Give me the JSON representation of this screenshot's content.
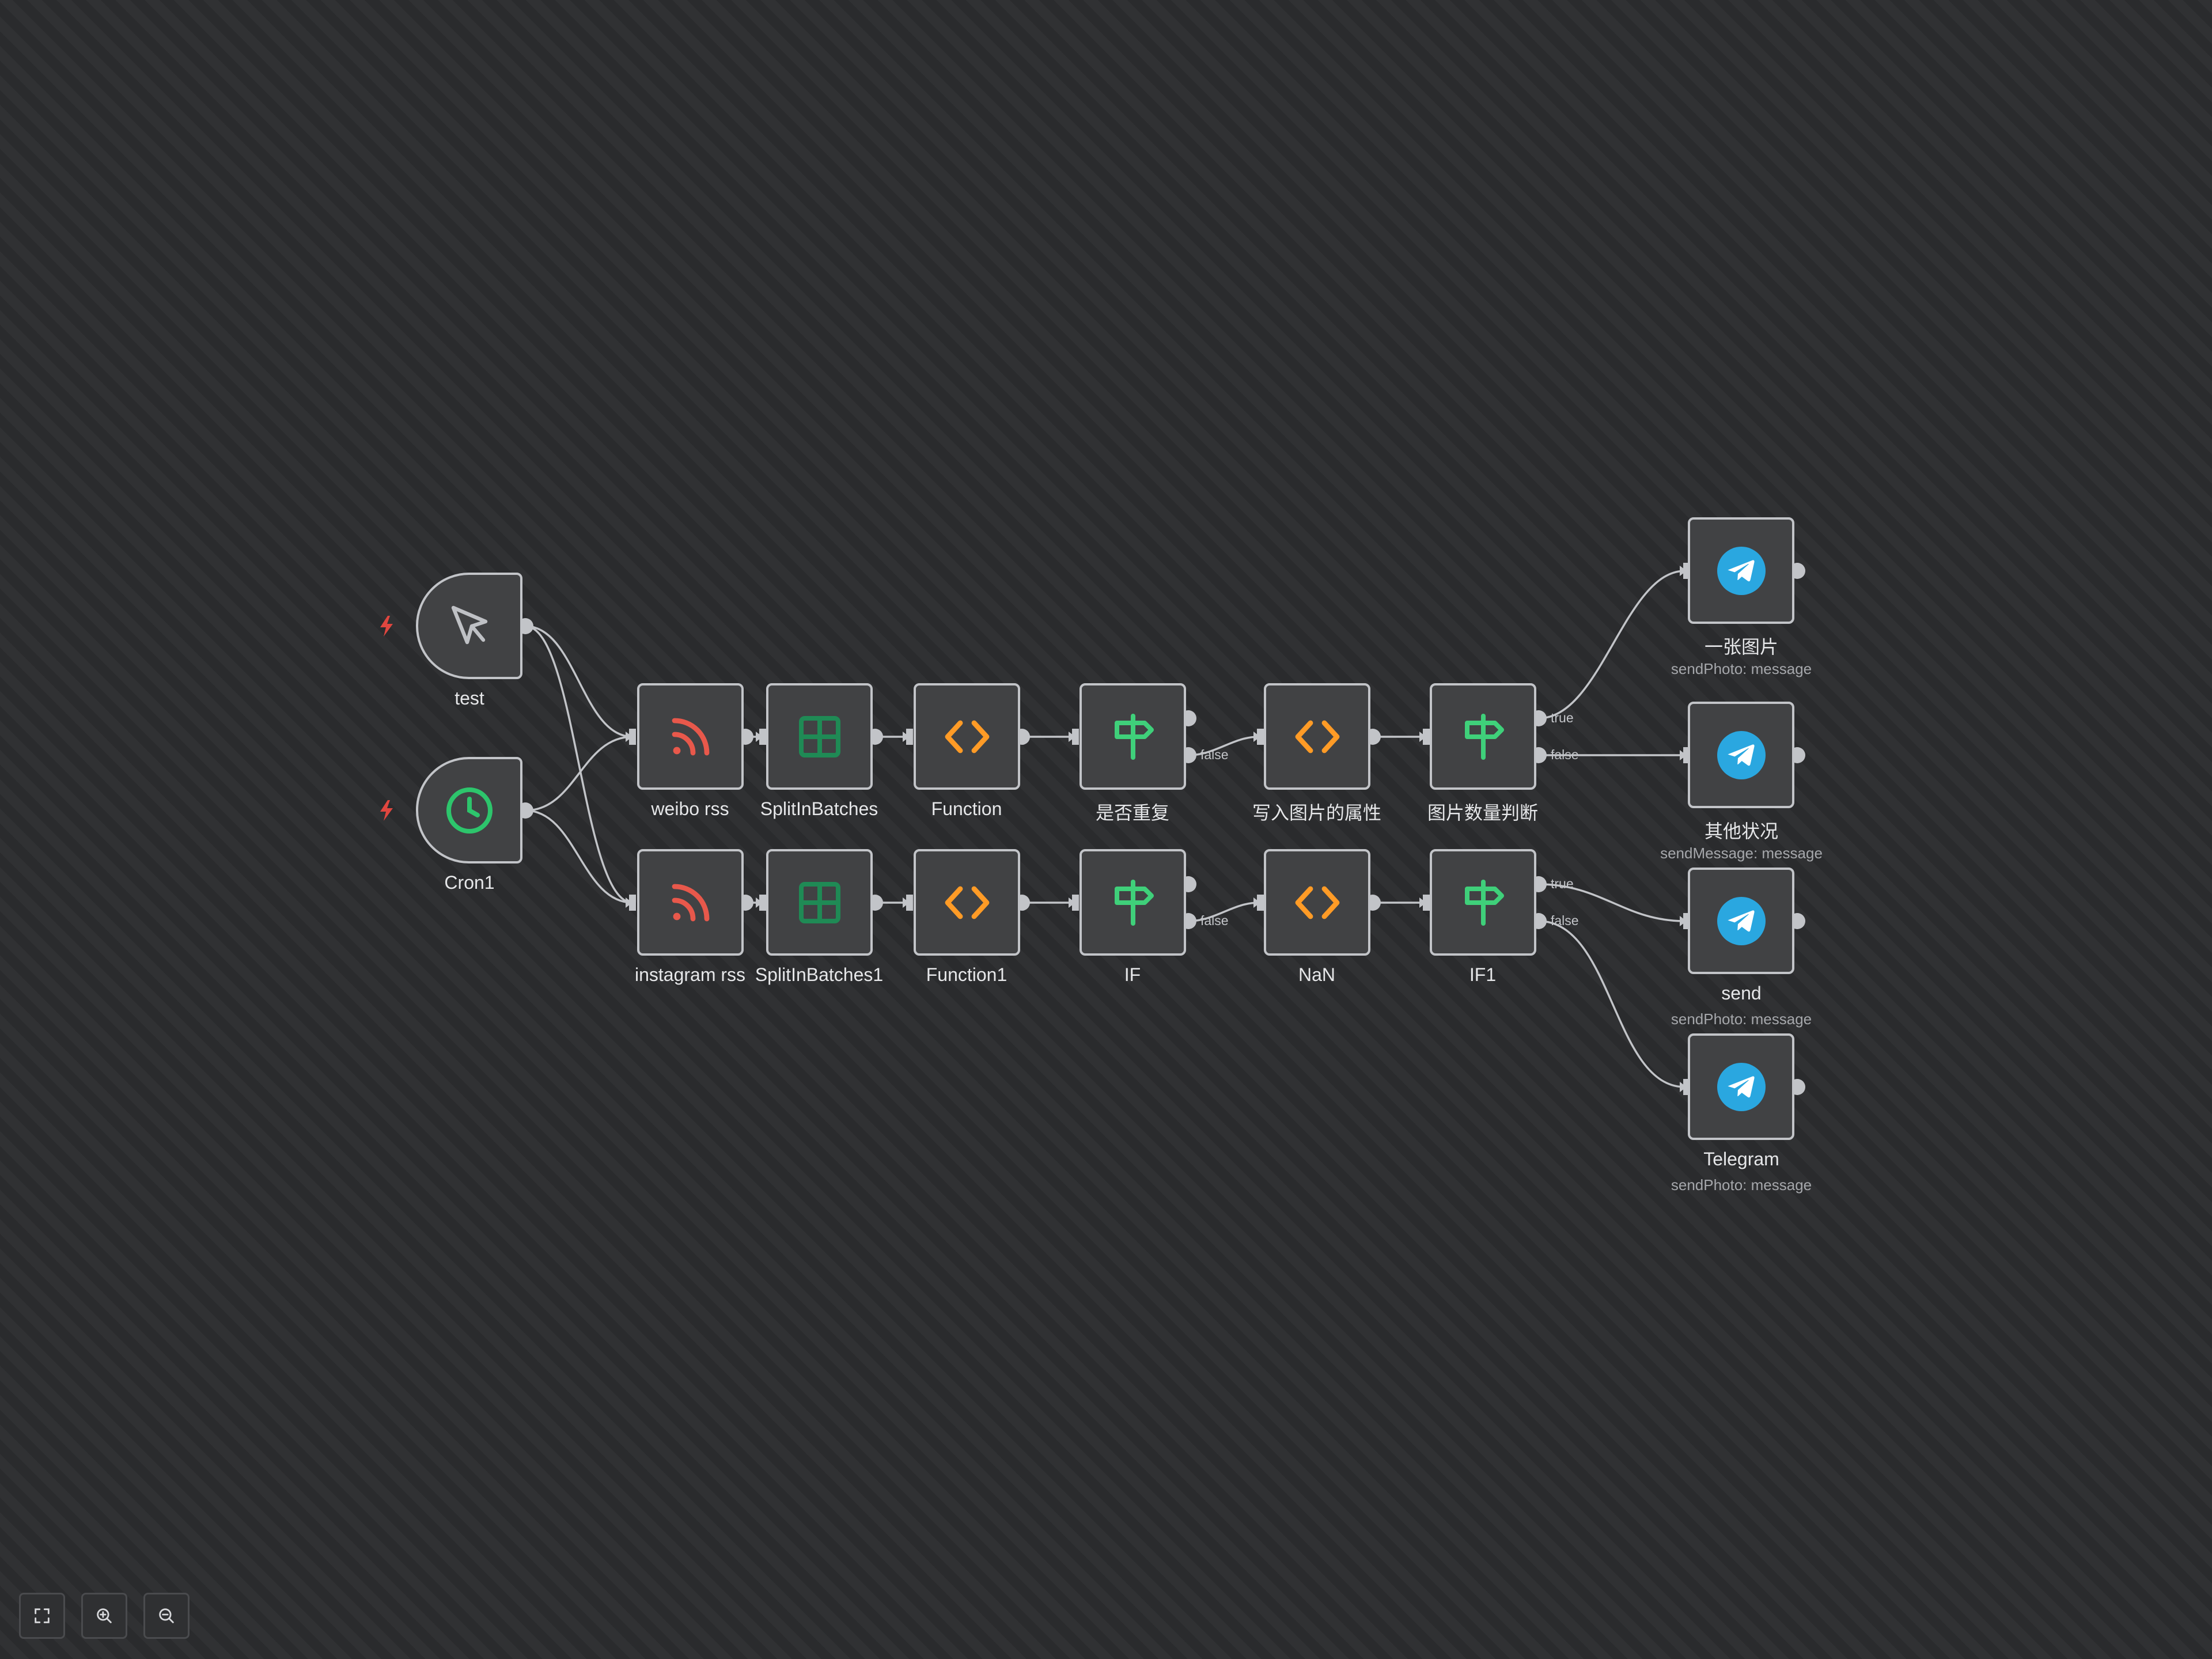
{
  "theme": {
    "accent_rss": "#e8584b",
    "accent_batches": "#1f8a55",
    "accent_function": "#ff9b26",
    "accent_if": "#3fd07a",
    "accent_cron": "#2dc56c",
    "accent_telegram": "#2aa7e0",
    "trigger_bolt": "#e0463f",
    "edge_color": "#c2c4c8"
  },
  "nodes": {
    "test": {
      "label": "test",
      "icon": "cursor-icon"
    },
    "cron1": {
      "label": "Cron1",
      "icon": "clock-icon"
    },
    "weibo_rss": {
      "label": "weibo rss",
      "icon": "rss-icon"
    },
    "split_in_batches": {
      "label": "SplitInBatches",
      "icon": "batches-icon"
    },
    "function": {
      "label": "Function",
      "icon": "code-icon"
    },
    "is_duplicate": {
      "label": "是否重复",
      "icon": "signpost-icon"
    },
    "write_image_attr": {
      "label": "写入图片的属性",
      "icon": "code-icon"
    },
    "image_count_check": {
      "label": "图片数量判断",
      "icon": "signpost-icon"
    },
    "instagram_rss": {
      "label": "instagram rss",
      "icon": "rss-icon"
    },
    "split_in_batches1": {
      "label": "SplitInBatches1",
      "icon": "batches-icon"
    },
    "function1": {
      "label": "Function1",
      "icon": "code-icon"
    },
    "if": {
      "label": "IF",
      "icon": "signpost-icon"
    },
    "nan": {
      "label": "NaN",
      "icon": "code-icon"
    },
    "if1": {
      "label": "IF1",
      "icon": "signpost-icon"
    },
    "one_image": {
      "label": "一张图片",
      "subtitle": "sendPhoto: message",
      "icon": "telegram-icon"
    },
    "other_case": {
      "label": "其他状况",
      "subtitle": "sendMessage: message",
      "icon": "telegram-icon"
    },
    "send": {
      "label": "send",
      "subtitle": "sendPhoto: message",
      "icon": "telegram-icon"
    },
    "telegram": {
      "label": "Telegram",
      "subtitle": "sendPhoto: message",
      "icon": "telegram-icon"
    }
  },
  "branches": {
    "true": "true",
    "false": "false"
  },
  "controls": {
    "fit_view": "fit-view-icon",
    "zoom_in": "zoom-in-icon",
    "zoom_out": "zoom-out-icon"
  }
}
